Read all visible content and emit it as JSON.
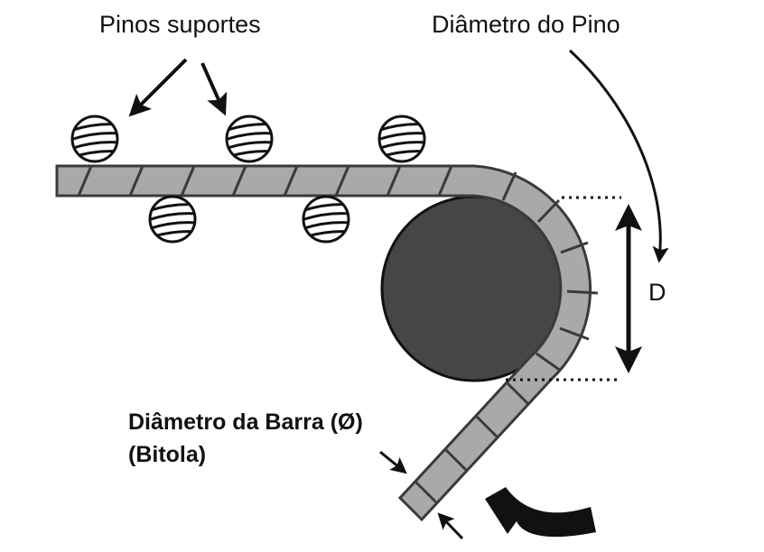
{
  "diagram": {
    "title": "Dobramento de barra sobre pino",
    "labels": {
      "support_pins": "Pinos suportes",
      "pin_diameter": "Diâmetro do Pino",
      "dimension_d": "D",
      "bar_diameter_line1": "Diâmetro da Barra (Ø)",
      "bar_diameter_line2": "(Bitola)"
    },
    "components": {
      "support_pin_count": 5,
      "bending_pin": "pino de dobramento",
      "bar": "barra nervurada",
      "bend_direction": "sentido de dobramento"
    },
    "colors": {
      "bar_fill": "#a9a9a9",
      "bar_stroke": "#3a3a3a",
      "bending_pin_fill": "#464646",
      "arrow": "#111111",
      "text": "#111111"
    }
  }
}
